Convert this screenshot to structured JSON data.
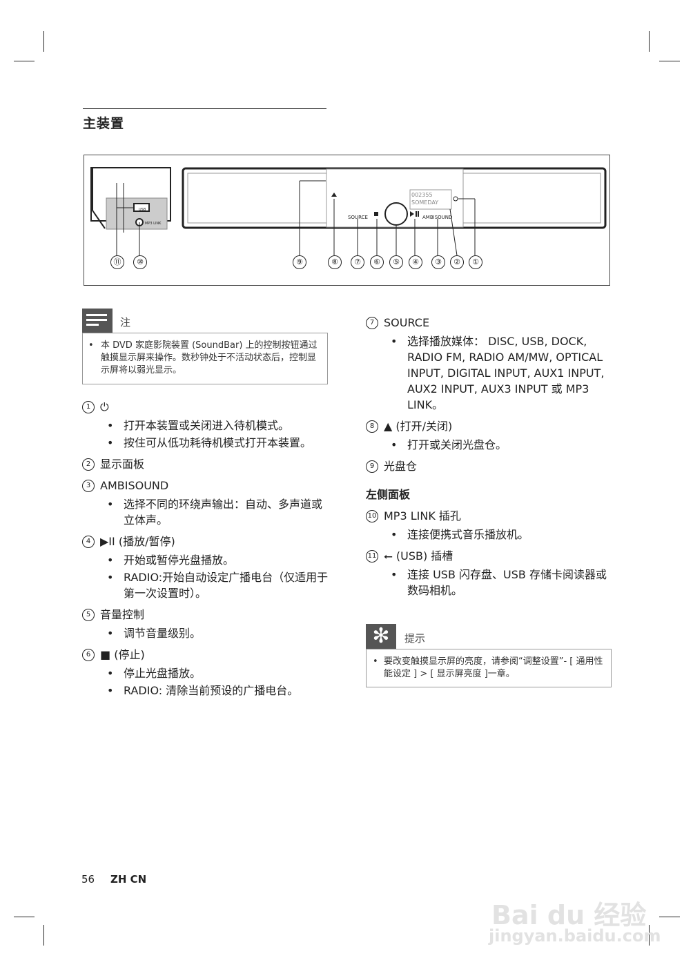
{
  "section": {
    "title": "主装置"
  },
  "figure": {
    "side_labels": {
      "usb": "USB",
      "mp3": "MP3 LINK"
    },
    "panel_labels": {
      "source": "SOURCE",
      "ambisound": "AMBISOUND",
      "display_line1": "002355",
      "display_line2": "SOMEDAY"
    },
    "callouts": [
      "⑪",
      "⑩",
      "⑨",
      "⑧",
      "⑦",
      "⑥",
      "⑤",
      "④",
      "③",
      "②",
      "①"
    ]
  },
  "note": {
    "label": "注",
    "text": "本 DVD 家庭影院装置 (SoundBar) 上的控制按钮通过触摸显示屏来操作。数秒钟处于不活动状态后，控制显示屏将以弱光显示。"
  },
  "left_items": [
    {
      "num": "1",
      "title": "⏻",
      "bullets": [
        "打开本装置或关闭进入待机模式。",
        "按住可从低功耗待机模式打开本装置。"
      ]
    },
    {
      "num": "2",
      "title": "显示面板",
      "bullets": []
    },
    {
      "num": "3",
      "title": "AMBISOUND",
      "bullets": [
        "选择不同的环绕声输出：自动、多声道或立体声。"
      ]
    },
    {
      "num": "4",
      "title": "▶II (播放/暂停)",
      "bullets": [
        "开始或暂停光盘播放。",
        "RADIO:开始自动设定广播电台（仅适用于第一次设置时）。"
      ]
    },
    {
      "num": "5",
      "title": "音量控制",
      "bullets": [
        "调节音量级别。"
      ]
    },
    {
      "num": "6",
      "title": "■ (停止)",
      "bullets": [
        "停止光盘播放。",
        "RADIO: 清除当前预设的广播电台。"
      ]
    }
  ],
  "right_items": [
    {
      "num": "7",
      "title": "SOURCE",
      "bullets": [
        "选择播放媒体： DISC, USB, DOCK, RADIO FM, RADIO AM/MW, OPTICAL INPUT, DIGITAL INPUT, AUX1 INPUT, AUX2 INPUT, AUX3 INPUT 或 MP3 LINK。"
      ]
    },
    {
      "num": "8",
      "title": "▲ (打开/关闭)",
      "bullets": [
        "打开或关闭光盘仓。"
      ]
    },
    {
      "num": "9",
      "title": "光盘仓",
      "bullets": []
    }
  ],
  "left_panel": {
    "heading": "左侧面板",
    "items": [
      {
        "num": "10",
        "title": "MP3 LINK 插孔",
        "bullets": [
          "连接便携式音乐播放机。"
        ]
      },
      {
        "num": "11",
        "title": "⭠ (USB) 插槽",
        "bullets": [
          "连接 USB 闪存盘、USB 存储卡阅读器或数码相机。"
        ]
      }
    ]
  },
  "tip": {
    "label": "提示",
    "text": "要改变触摸显示屏的亮度，请参阅“调整设置”- [ 通用性能设定 ] > [ 显示屏亮度 ]一章。"
  },
  "footer": {
    "page": "56",
    "lang": "ZH CN"
  },
  "watermark": {
    "brand": "Bai du 经验",
    "url": "jingyan.baidu.com"
  }
}
